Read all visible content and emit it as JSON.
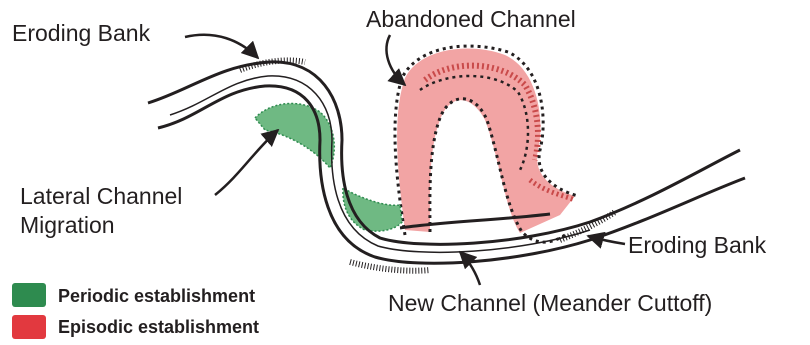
{
  "labels": {
    "eroding_bank_top": "Eroding Bank",
    "abandoned_channel": "Abandoned Channel",
    "lateral_line1": "Lateral Channel",
    "lateral_line2": "Migration",
    "eroding_bank_right": "Eroding Bank",
    "new_channel": "New Channel (Meander Cuttoff)"
  },
  "legend": {
    "periodic": "Periodic establishment",
    "episodic": "Episodic establishment"
  },
  "colors": {
    "periodic": "#2e8b4f",
    "episodic": "#e2393f",
    "periodic_fill": "#6fb983",
    "episodic_fill": "#f2a4a4",
    "ink": "#231f20"
  }
}
